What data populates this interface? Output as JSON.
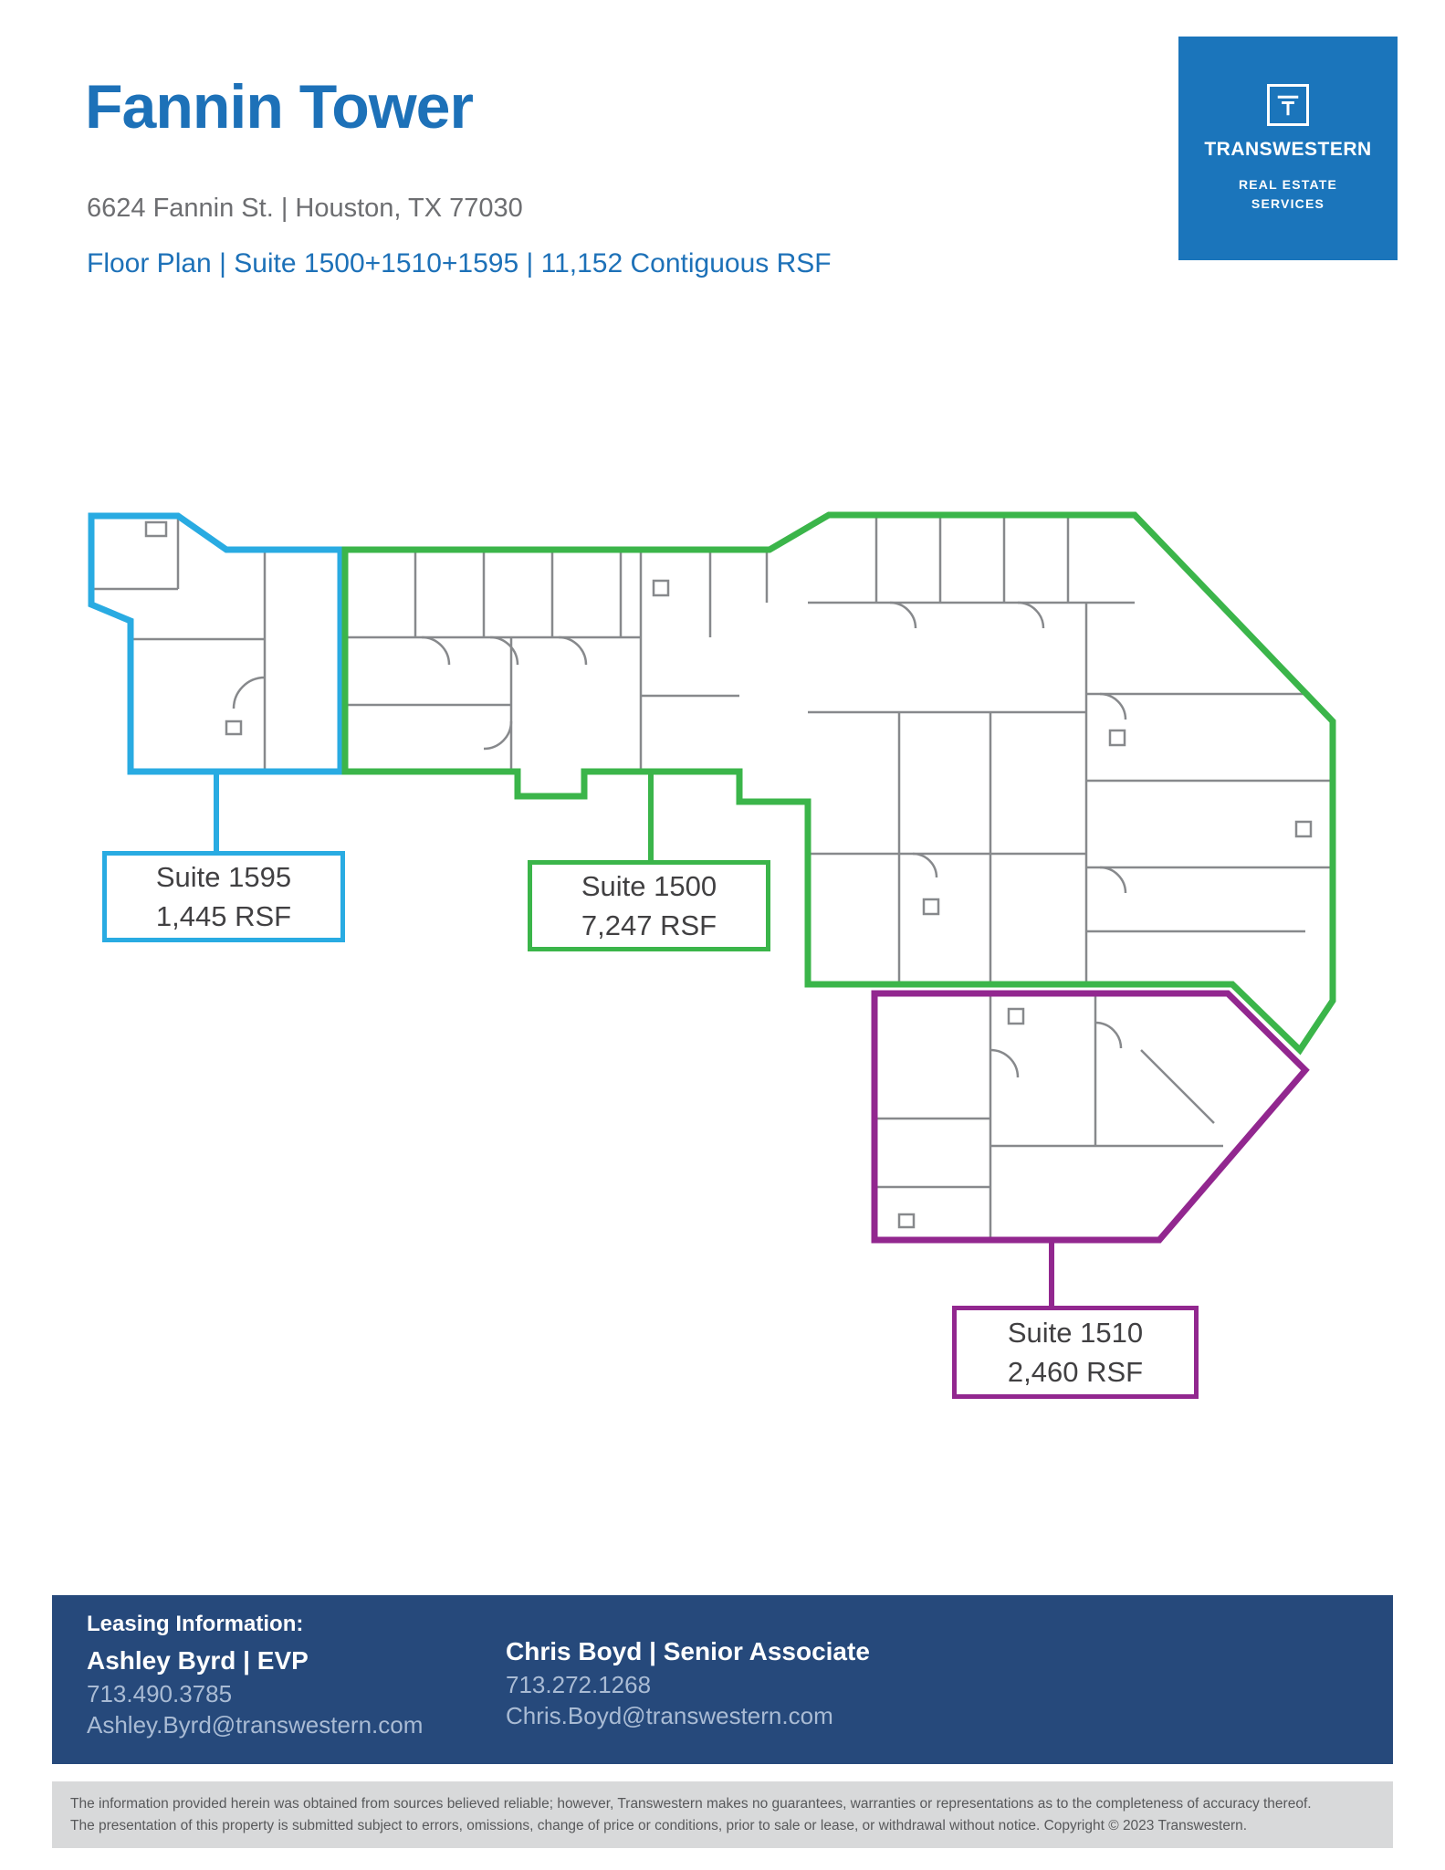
{
  "header": {
    "title": "Fannin Tower",
    "address": "6624 Fannin St. | Houston, TX 77030",
    "subtitle": "Floor Plan | Suite 1500+1510+1595 | 11,152 Contiguous RSF"
  },
  "logo": {
    "brand": "TRANSWESTERN",
    "tagline1": "REAL ESTATE",
    "tagline2": "SERVICES"
  },
  "floorplan": {
    "suites": [
      {
        "label": "Suite 1595",
        "rsf": "1,445 RSF"
      },
      {
        "label": "Suite 1500",
        "rsf": "7,247 RSF"
      },
      {
        "label": "Suite 1510",
        "rsf": "2,460 RSF"
      }
    ]
  },
  "footer": {
    "heading": "Leasing Information:",
    "contacts": [
      {
        "name": "Ashley Byrd | EVP",
        "phone": "713.490.3785",
        "email": "Ashley.Byrd@transwestern.com"
      },
      {
        "name": "Chris Boyd | Senior Associate",
        "phone": "713.272.1268",
        "email": "Chris.Boyd@transwestern.com"
      }
    ]
  },
  "disclaimer": {
    "line1": "The information provided herein was obtained from sources believed reliable; however, Transwestern makes no guarantees, warranties or representations as to the completeness of accuracy thereof.",
    "line2": "The presentation of this property is submitted subject to errors, omissions, change of price or conditions, prior to sale or lease, or withdrawal without notice. Copyright © 2023 Transwestern."
  },
  "colors": {
    "brand_blue": "#1d71b8",
    "logo_blue": "#1b75bb",
    "suite_1595": "#29abe2",
    "suite_1500": "#3bb54a",
    "suite_1510": "#92278f",
    "footer_navy": "#26497b",
    "disclaimer_bg": "#d8d9da",
    "body_gray": "#6d6e71",
    "wall_gray": "#87898c"
  }
}
